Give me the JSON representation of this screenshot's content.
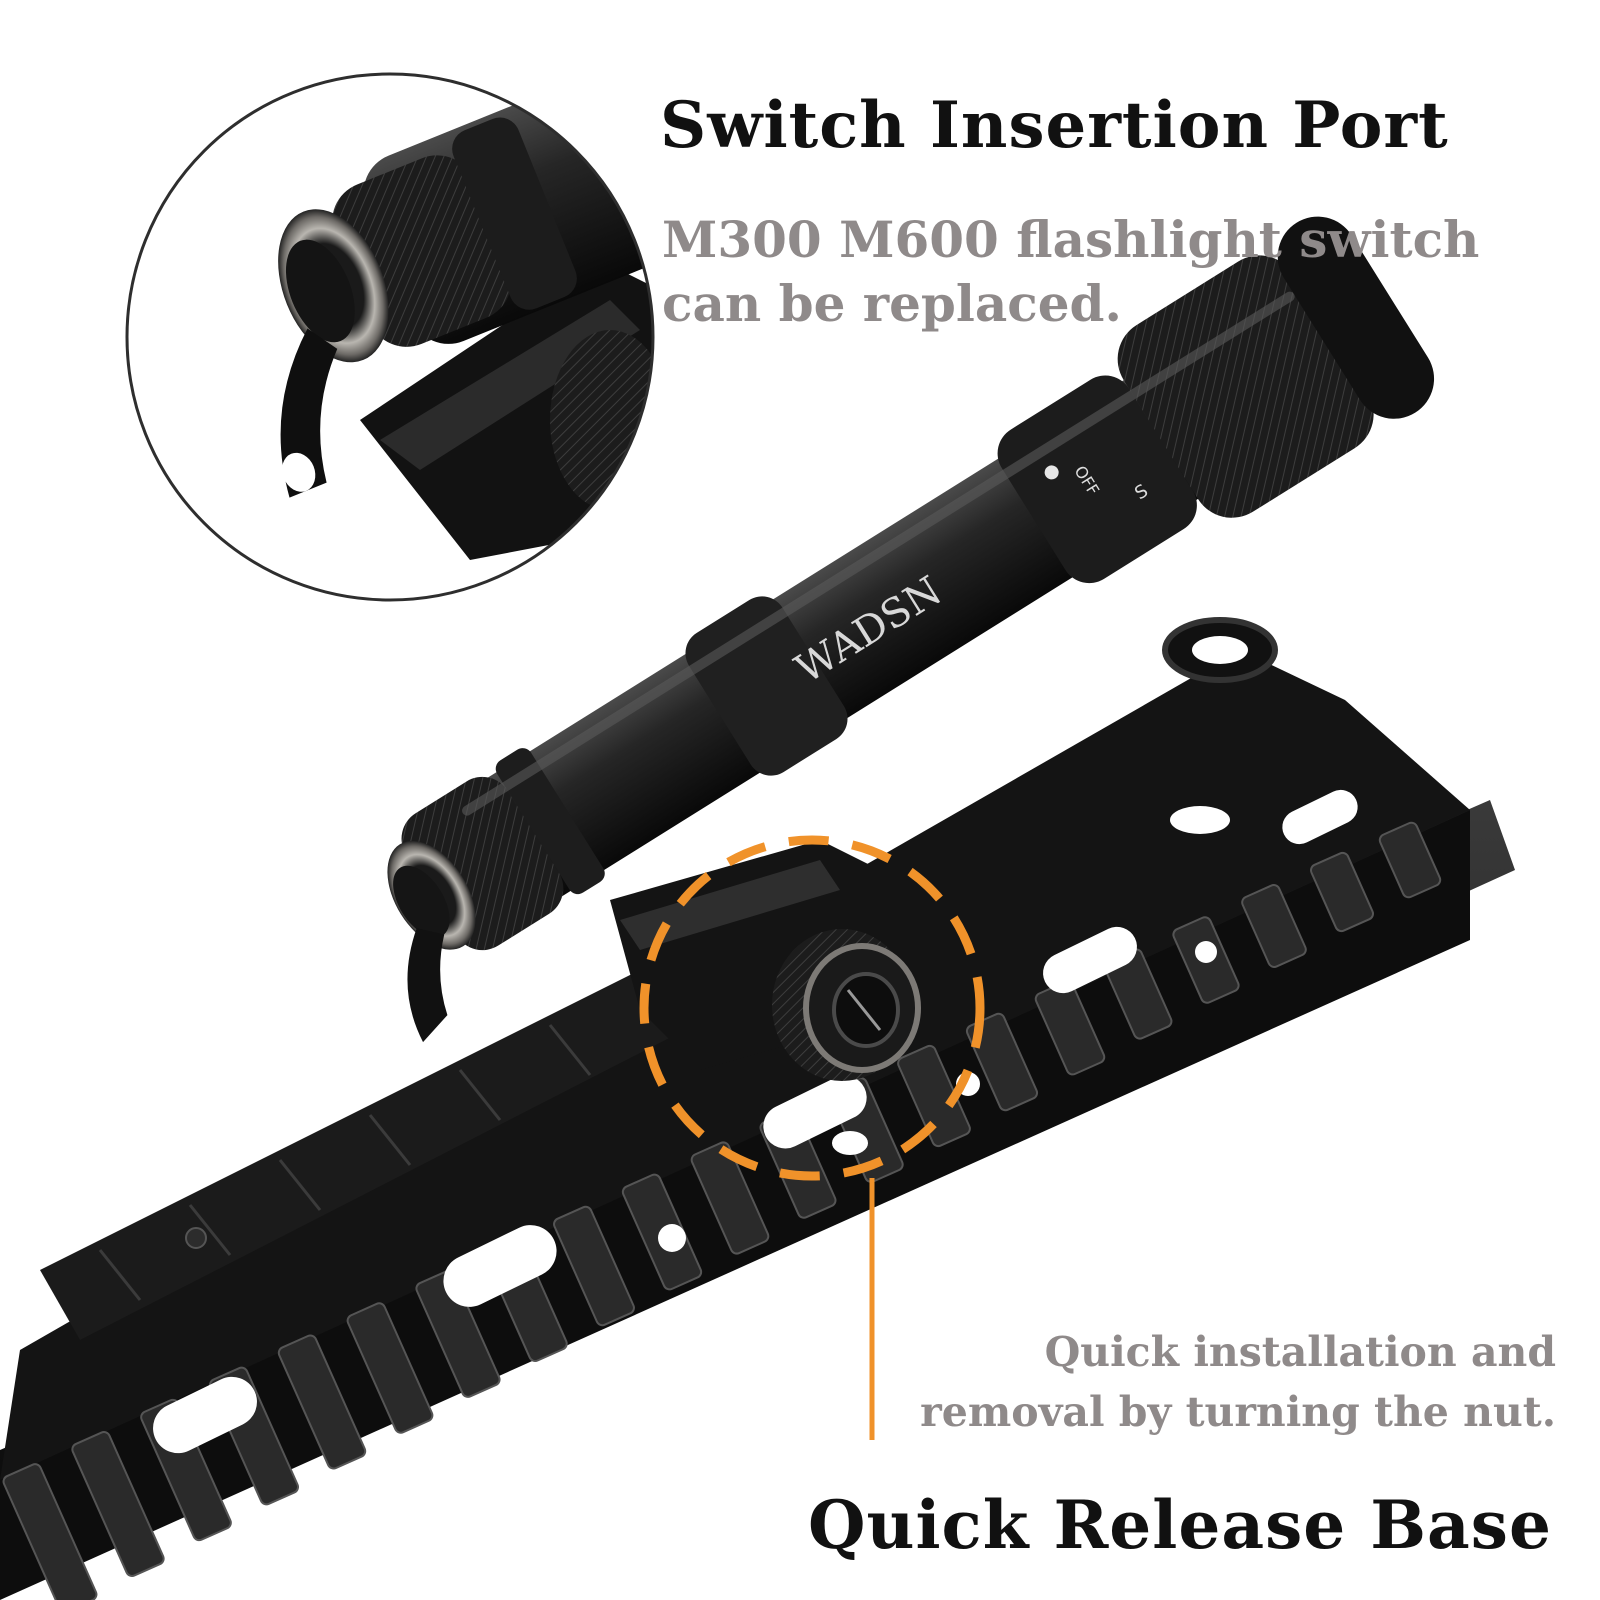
{
  "inset": {
    "title": "Switch Insertion Port",
    "subtitle_lines": [
      "M300 M600 flashlight switch",
      "can be replaced."
    ]
  },
  "base": {
    "note_lines": [
      "Quick installation and",
      "removal by turning the nut."
    ],
    "title": "Quick Release Base"
  },
  "flashlight": {
    "brand": "WADSN",
    "selector_off": "OFF",
    "selector_s": "S"
  },
  "colors": {
    "accent_orange": "#f0922a",
    "metal_black": "#151515",
    "caption_gray": "#8f8a8a"
  }
}
